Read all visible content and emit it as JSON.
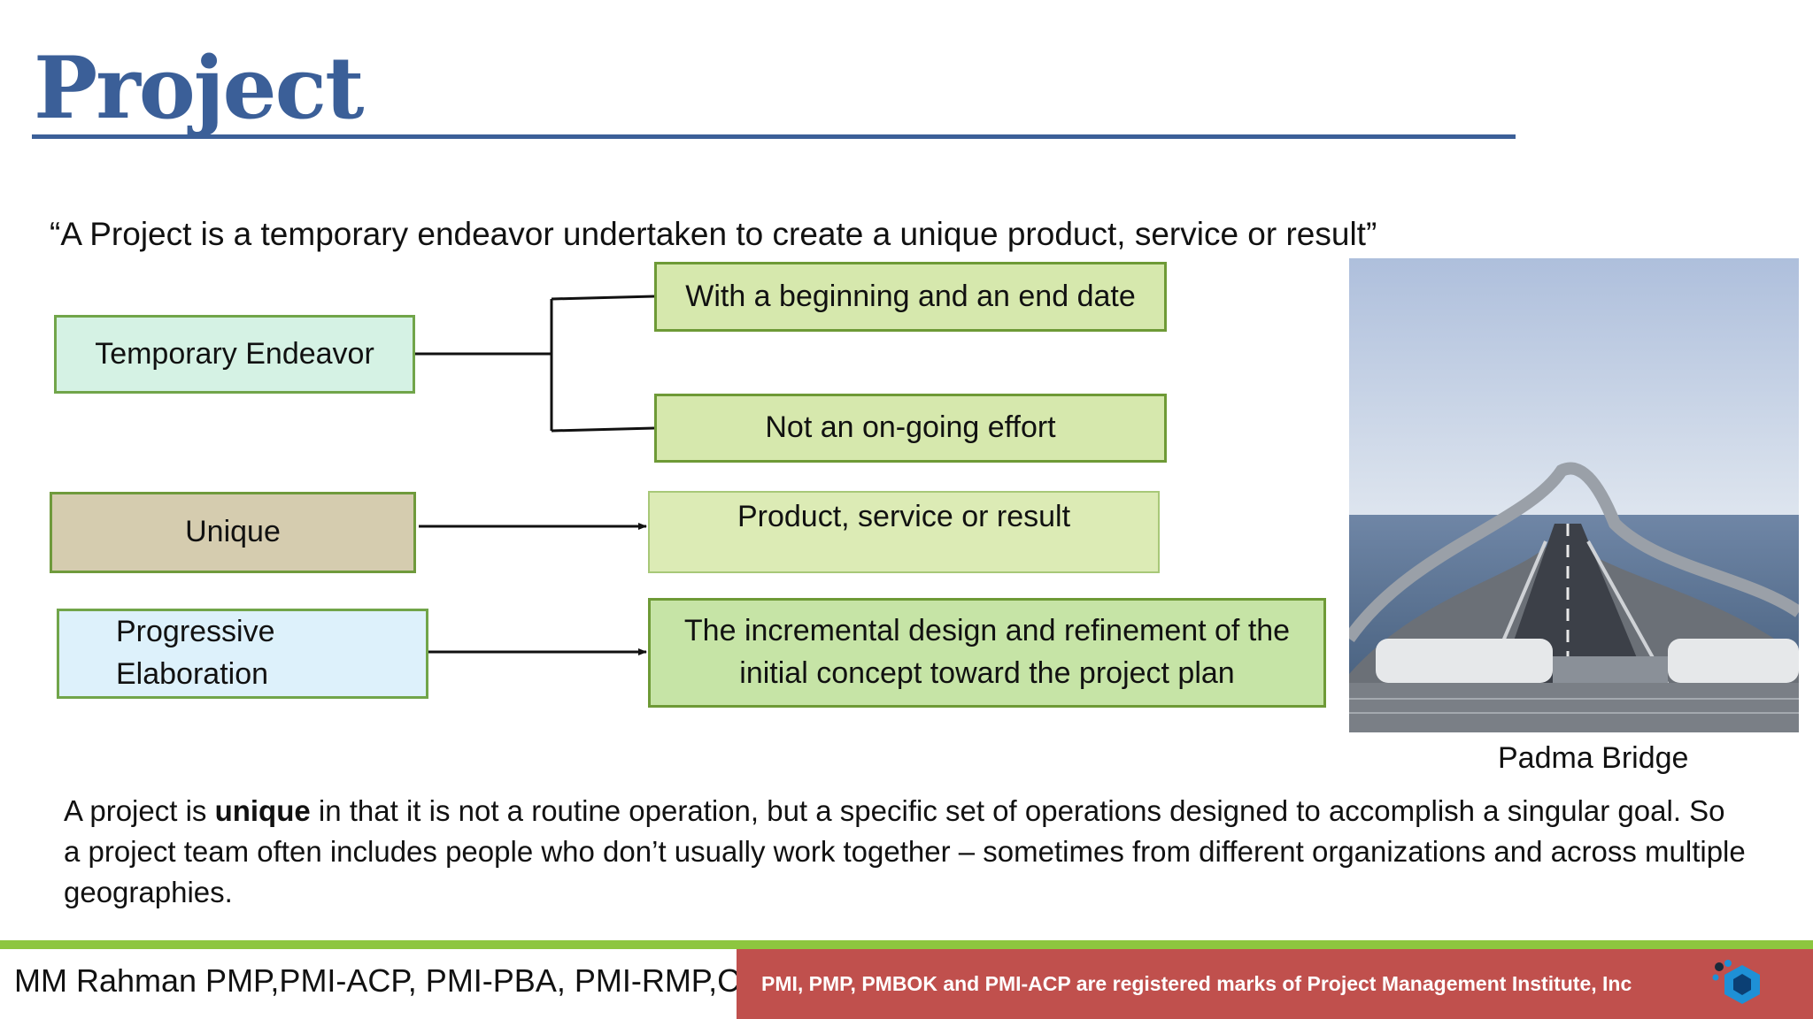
{
  "slide": {
    "title": "Project",
    "quote": "“A Project is a temporary endeavor undertaken to create a unique product, service or result”"
  },
  "diagram": {
    "temporary": "Temporary Endeavor",
    "beginning_end": "With a beginning and an end date",
    "not_ongoing": "Not an on-going effort",
    "unique": "Unique",
    "product": "Product, service or result",
    "progressive_line1": "Progressive",
    "progressive_line2": "Elaboration",
    "incremental_line1": "The incremental design and refinement of the",
    "incremental_line2": "initial concept toward the project plan"
  },
  "image": {
    "caption": "Padma Bridge",
    "icon": "bridge-photo"
  },
  "paragraph": {
    "before_bold": "A project is ",
    "bold": "unique",
    "after_bold": " in that it is not a routine operation, but a specific set of operations designed to accomplish a singular goal. So a project team often includes people who don’t usually work together – sometimes from different organizations and across multiple geographies."
  },
  "footer": {
    "author": "MM Rahman PMP,PMI-ACP, PMI-PBA, PMI-RMP,CSP",
    "trademark_note": "PMI, PMP, PMBOK and PMI-ACP are registered marks of Project Management Institute, Inc",
    "logo_icon": "hexagon-logo-icon"
  },
  "colors": {
    "title": "#3b5f98",
    "accent_green": "#8dc63f",
    "footer_red": "#c0504d"
  }
}
